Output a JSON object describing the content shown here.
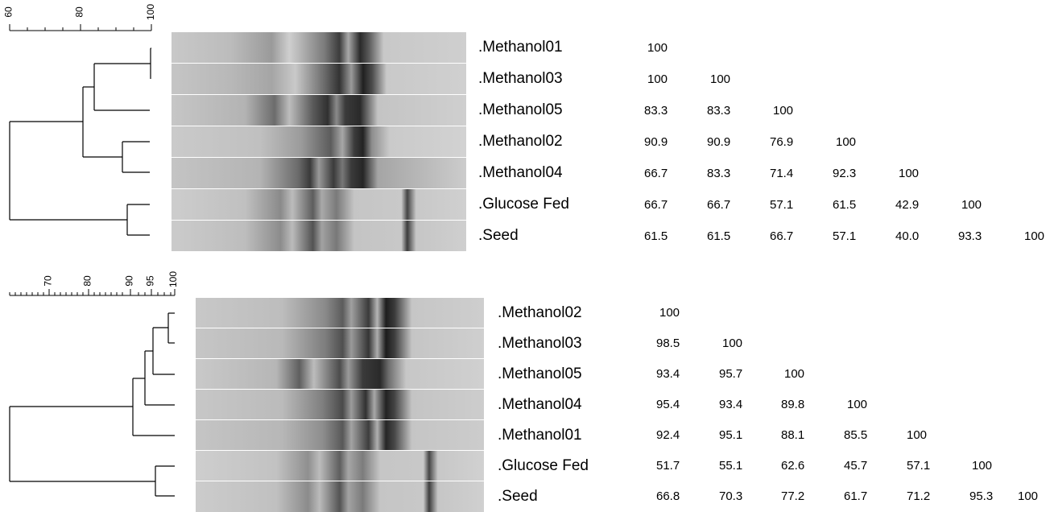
{
  "panels": [
    {
      "scale_ticks": [
        "60",
        "80",
        "100"
      ],
      "lanes": [
        ".Methanol01",
        ".Methanol03",
        ".Methanol05",
        ".Methanol02",
        ".Methanol04",
        ".Glucose Fed",
        ".Seed"
      ],
      "matrix": [
        [
          "100"
        ],
        [
          "100",
          "100"
        ],
        [
          "83.3",
          "83.3",
          "100"
        ],
        [
          "90.9",
          "90.9",
          "76.9",
          "100"
        ],
        [
          "66.7",
          "83.3",
          "71.4",
          "92.3",
          "100"
        ],
        [
          "66.7",
          "66.7",
          "57.1",
          "61.5",
          "42.9",
          "100"
        ],
        [
          "61.5",
          "61.5",
          "66.7",
          "57.1",
          "40.0",
          "93.3",
          "100"
        ]
      ]
    },
    {
      "scale_ticks": [
        "70",
        "80",
        "90",
        "95",
        "100"
      ],
      "lanes": [
        ".Methanol02",
        ".Methanol03",
        ".Methanol05",
        ".Methanol04",
        ".Methanol01",
        ".Glucose Fed",
        ".Seed"
      ],
      "matrix": [
        [
          "100"
        ],
        [
          "98.5",
          "100"
        ],
        [
          "93.4",
          "95.7",
          "100"
        ],
        [
          "95.4",
          "93.4",
          "89.8",
          "100"
        ],
        [
          "92.4",
          "95.1",
          "88.1",
          "85.5",
          "100"
        ],
        [
          "51.7",
          "55.1",
          "62.6",
          "45.7",
          "57.1",
          "100"
        ],
        [
          "66.8",
          "70.3",
          "77.2",
          "61.7",
          "71.2",
          "95.3",
          "100"
        ]
      ]
    }
  ]
}
